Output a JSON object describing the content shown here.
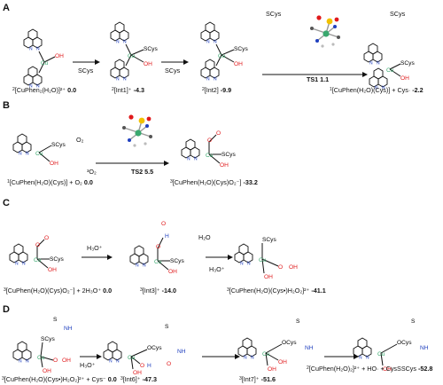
{
  "panels": {
    "A": {
      "letter": "A",
      "reagents": [
        "SCys",
        "SCys",
        "SCys",
        "SCys"
      ],
      "ts": "TS1 1.1",
      "species": [
        {
          "label": "[CuPhen₂(H₂O)]²⁺",
          "sup": "2",
          "energy": "0.0"
        },
        {
          "label": "[Int1]⁺",
          "sup": "2",
          "energy": "-4.3"
        },
        {
          "label": "[Int2]",
          "sup": "2",
          "energy": "-9.9"
        },
        {
          "label": "[CuPhen(H₂O)(Cys)] + Cys·",
          "sup": "1",
          "energy": "-2.2"
        }
      ]
    },
    "B": {
      "letter": "B",
      "reagents": [
        "O₂",
        "³O₂"
      ],
      "ts": "TS2 5.5",
      "species": [
        {
          "label": "[CuPhen(H₂O)(Cys)] + O₂",
          "sup": "1",
          "energy": "0.0"
        },
        {
          "label": "[CuPhen(H₂O)(Cys)O₂⁻]",
          "sup": "3",
          "energy": "-33.2"
        }
      ]
    },
    "C": {
      "letter": "C",
      "reagents": [
        "H₃O⁺",
        "H₂O",
        "H₃O⁺"
      ],
      "species": [
        {
          "label": "[CuPhen(H₂O)(Cys)O₂⁻] + 2H₃O⁺",
          "sup": "3",
          "energy": "0.0"
        },
        {
          "label": "[Int3]⁺",
          "sup": "3",
          "energy": "-14.0"
        },
        {
          "label": "[CuPhen(H₂O)(Cys•)H₂O₂]²⁺",
          "sup": "3",
          "energy": "-41.1"
        }
      ]
    },
    "D": {
      "letter": "D",
      "reagents": [
        "H₃O⁺"
      ],
      "species": [
        {
          "label": "[CuPhen(H₂O)(Cys•)H₂O₂]²⁺ + Cys⁻",
          "sup": "3",
          "energy": "0.0"
        },
        {
          "label": "[Int6]⁺",
          "sup": "3",
          "energy": "-47.3"
        },
        {
          "label": "[Int7]⁺",
          "sup": "3",
          "energy": "-51.6"
        },
        {
          "label": "[CuPhen(H₂O)₂]²⁺ + HO· + CysSSCys",
          "sup": "2",
          "energy": "-52.8"
        }
      ]
    }
  },
  "atoms": {
    "cu1": "Cu",
    "cu2": "Cu",
    "cu_prefix": "II",
    "oh2": "OH",
    "two": "2",
    "s": "S",
    "scys": "SCys",
    "o": "O",
    "oh": "OH",
    "h": "H",
    "nh2": "NH",
    "nh3": "NH",
    "ocys": "OCys",
    "n": "N"
  },
  "colors": {
    "copper": "#3aa86f",
    "oxygen": "#e0191b",
    "hydrogen": "#1f3fbf",
    "sulfur": "#f2c100"
  }
}
